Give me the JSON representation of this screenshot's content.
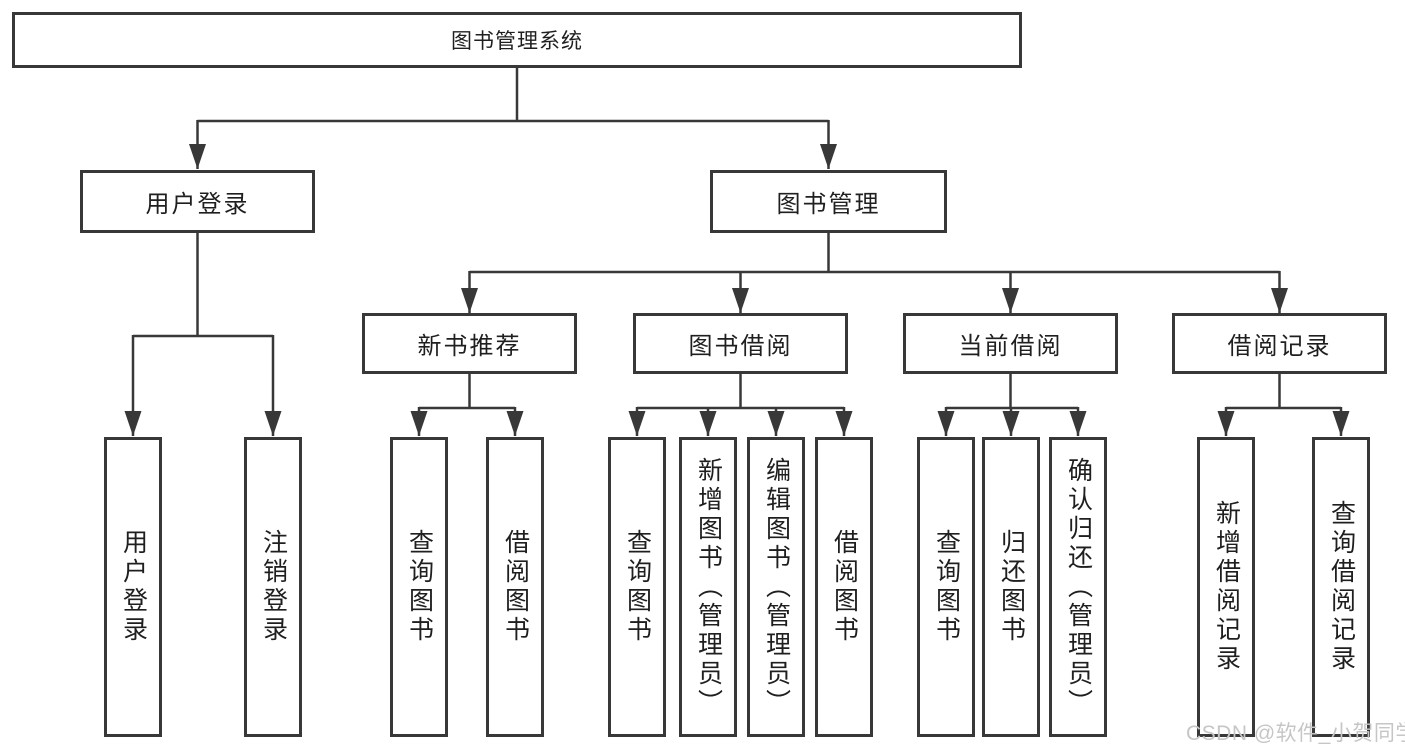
{
  "colors": {
    "line": "#383838",
    "box_border": "#383838",
    "text": "#1f1f1f",
    "watermark": "#c6c6c6",
    "background": "#ffffff"
  },
  "tree": {
    "root": {
      "label": "图书管理系统"
    },
    "level2": [
      {
        "label": "用户登录",
        "leaves": [
          "用户登录",
          "注销登录"
        ]
      },
      {
        "label": "图书管理",
        "children": [
          {
            "label": "新书推荐",
            "leaves": [
              "查询图书",
              "借阅图书"
            ]
          },
          {
            "label": "图书借阅",
            "leaves": [
              "查询图书",
              "新增图书（管理员）",
              "编辑图书（管理员）",
              "借阅图书"
            ]
          },
          {
            "label": "当前借阅",
            "leaves": [
              "查询图书",
              "归还图书",
              "确认归还（管理员）"
            ]
          },
          {
            "label": "借阅记录",
            "leaves": [
              "新增借阅记录",
              "查询借阅记录"
            ]
          }
        ]
      }
    ]
  },
  "watermark": "CSDN @软件_小贺同学"
}
